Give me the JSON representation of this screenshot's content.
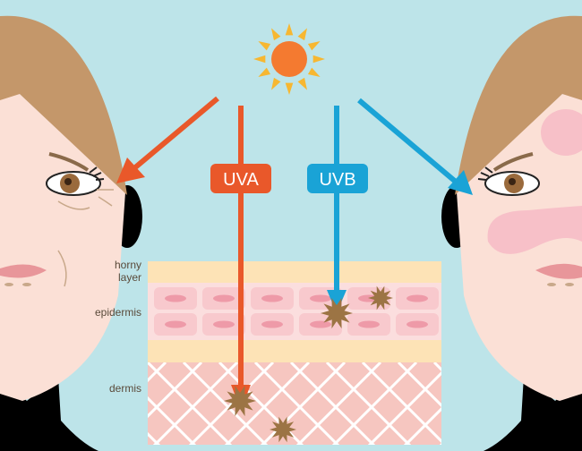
{
  "labels": {
    "uva": "UVA",
    "uvb": "UVB",
    "horny_layer_line1": "horny",
    "horny_layer_line2": "layer",
    "epidermis": "epidermis",
    "dermis": "dermis"
  },
  "colors": {
    "background": "#bde4e9",
    "uva": "#e9582a",
    "uvb": "#1aa3d6",
    "sun": "#f47a30",
    "sun_rays": "#f7b731",
    "hair": "#c4976a",
    "skin": "#fbe0d6",
    "horny_layer": "#fde3b6",
    "epidermis": "#fbdede",
    "dermis": "#f6c6c0",
    "melanin": "#9c7444"
  }
}
